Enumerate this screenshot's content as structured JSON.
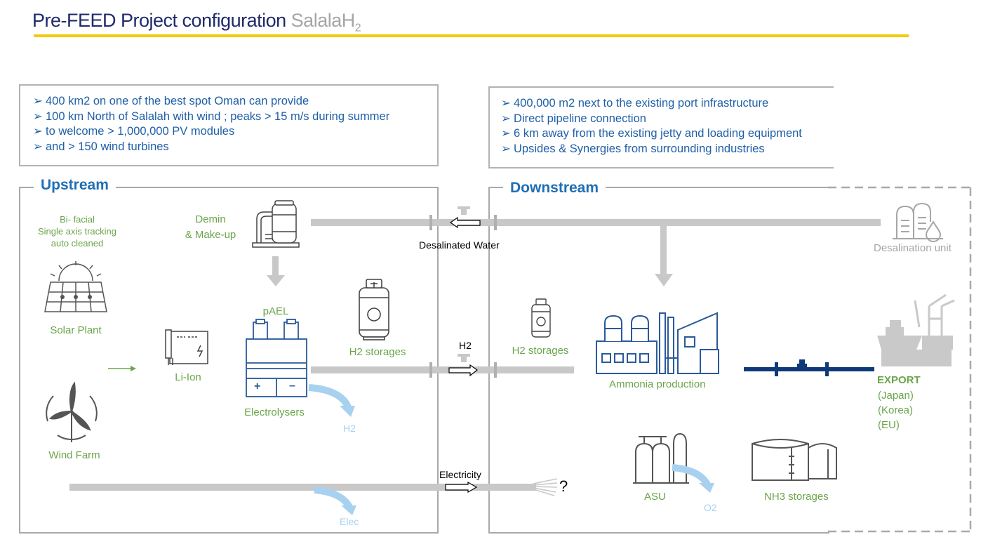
{
  "header": {
    "title": "Pre-FEED Project configuration",
    "brand": "SalalaH",
    "brand_subscript": "2"
  },
  "upstream_info": {
    "items": [
      "400 km2 on one of the best spot Oman can provide",
      "100 km North of Salalah with wind ; peaks > 15 m/s during summer",
      "to welcome > 1,000,000 PV modules",
      "and > 150 wind turbines"
    ]
  },
  "downstream_info": {
    "items": [
      "400,000 m2 next to the existing port infrastructure",
      "Direct pipeline connection",
      "6 km away from the existing jetty and loading equipment",
      "Upsides & Synergies from surrounding industries"
    ]
  },
  "bullet_glyph": "➢",
  "sections": {
    "upstream": "Upstream",
    "downstream": "Downstream"
  },
  "upstream": {
    "solar_note": [
      "Bi- facial",
      "Single axis tracking",
      "auto cleaned"
    ],
    "solar": "Solar Plant",
    "wind": "Wind Farm",
    "li_ion": "Li-Ion",
    "demin": [
      "Demin",
      "& Make-up"
    ],
    "pael": "pAEL",
    "electrolysers": "Electrolysers",
    "h2_storages": "H2 storages",
    "h2_out": "H2",
    "elec_out": "Elec",
    "plus": "+",
    "minus": "–"
  },
  "links": {
    "desalinated_water": "Desalinated Water",
    "h2": "H2",
    "electricity": "Electricity",
    "question": "?"
  },
  "downstream": {
    "desalination": "Desalination unit",
    "h2_storages": "H2 storages",
    "ammonia": "Ammonia production",
    "export": "EXPORT",
    "export_destinations": [
      "(Japan)",
      "(Korea)",
      "(EU)"
    ],
    "asu": "ASU",
    "o2": "O2",
    "nh3": "NH3 storages"
  },
  "colors": {
    "title_navy": "#1f2a6b",
    "accent_yellow": "#f2cb05",
    "section_blue": "#1f6fb5",
    "icon_green": "#6aa54a",
    "icon_navy": "#2a5a9a",
    "pipeline_navy": "#0e3a7a",
    "light_blue": "#a8d1f0",
    "grey": "#a6a6a6"
  }
}
